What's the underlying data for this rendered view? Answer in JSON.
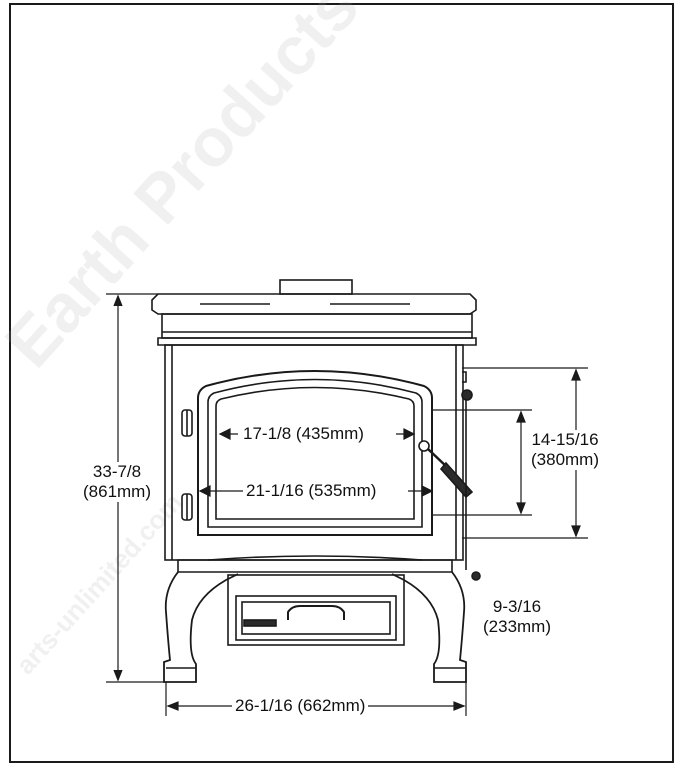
{
  "dimensions": {
    "overall_height": {
      "imperial": "33-7/8",
      "metric": "(861mm)"
    },
    "door_opening_width": "17-1/8 (435mm)",
    "glass_width": "21-1/16 (535mm)",
    "door_height": {
      "imperial": "14-15/16",
      "metric": "(380mm)"
    },
    "glass_height": {
      "imperial": "9-3/16",
      "metric": "(233mm)"
    },
    "overall_width": "26-1/16 (662mm)"
  },
  "watermark": {
    "main": "Earth Products",
    "secondary": "arts-unlimited.com"
  },
  "colors": {
    "line": "#1a1a1a",
    "fill_dark": "#2b2b2b"
  }
}
